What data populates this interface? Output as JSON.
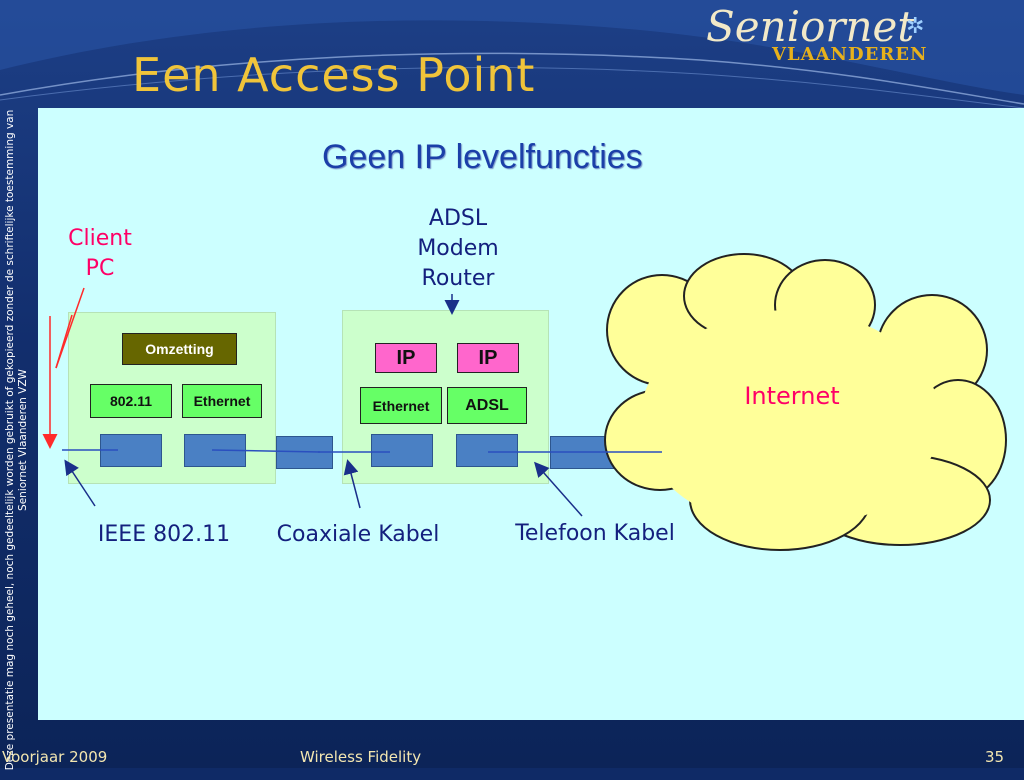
{
  "slide": {
    "title": "Een Access Point",
    "subtitle": "Geen IP levelfuncties",
    "logo": {
      "main": "Seniornet",
      "sub": "VLAANDEREN"
    },
    "side_note": "Deze presentatie mag noch geheel, noch gedeeltelijk worden gebruikt of gekopieerd zonder de schriftelijke toestemming van Seniornet Vlaanderen VZW"
  },
  "labels": {
    "client_pc": "Client PC",
    "router_line1": "ADSL",
    "router_line2": "Modem",
    "router_line3": "Router",
    "internet": "Internet",
    "ieee": "IEEE 802.11",
    "coax": "Coaxiale Kabel",
    "phone": "Telefoon Kabel"
  },
  "access_point": {
    "top_box": "Omzetting",
    "left_box": "802.11",
    "right_box": "Ethernet"
  },
  "router": {
    "ip_left": "IP",
    "ip_right": "IP",
    "left_box": "Ethernet",
    "right_box": "ADSL"
  },
  "footer": {
    "left": "Voorjaar 2009",
    "center": "Wireless Fidelity",
    "page": "35"
  },
  "colors": {
    "content_bg": "#ccffff",
    "panel_bg": "#ccffcc",
    "omzetting": "#666600",
    "ip_box": "#ff66cc",
    "green_box": "#66ff66",
    "blue_box": "#4a80c4",
    "cloud": "#ffff99",
    "label_red": "#ff0066",
    "label_blue": "#14207e",
    "title": "#f0c43a"
  }
}
